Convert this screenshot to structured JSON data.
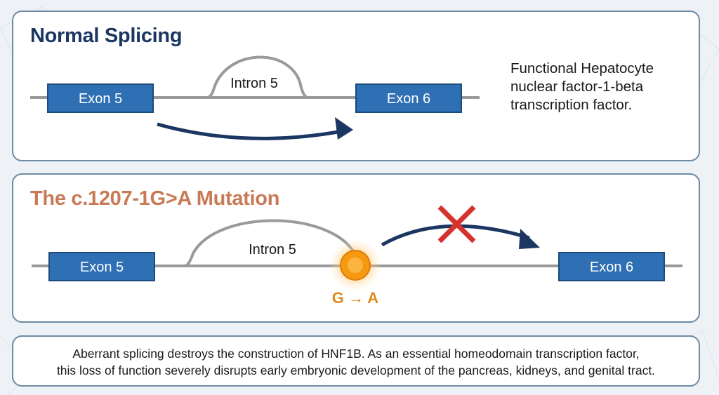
{
  "normal": {
    "title": "Normal Splicing",
    "exon_left": "Exon 5",
    "intron": "Intron 5",
    "exon_right": "Exon 6",
    "result": "Functional Hepatocyte nuclear factor-1-beta transcription factor."
  },
  "mutation": {
    "title": "The c.1207-1G>A Mutation",
    "exon_left": "Exon 5",
    "intron": "Intron 5",
    "exon_right": "Exon 6",
    "change": "G → A"
  },
  "caption": {
    "line1": "Aberrant splicing destroys the construction of HNF1B. As an essential homeodomain transcription factor,",
    "line2": "this loss of function severely disrupts early embryonic development of the pancreas, kidneys, and genital tract."
  },
  "colors": {
    "exon_fill": "#2f6fb4",
    "exon_border": "#1d4a7c",
    "arrow": "#1b3660",
    "title_normal": "#1b3660",
    "title_mutation": "#c87a56",
    "cross": "#d6322d",
    "mutation_site": "#f59a10"
  }
}
